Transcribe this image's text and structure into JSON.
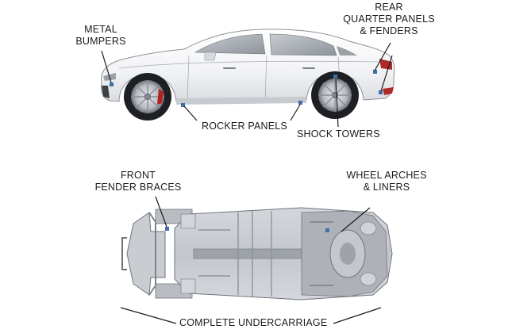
{
  "labels": {
    "metal_bumpers": [
      "METAL",
      "BUMPERS"
    ],
    "rear_quarter_panels": [
      "REAR",
      "QUARTER PANELS",
      "& FENDERS"
    ],
    "rocker_panels": "ROCKER PANELS",
    "shock_towers": "SHOCK TOWERS",
    "front_fender_braces": [
      "FRONT",
      "FENDER BRACES"
    ],
    "wheel_arches": [
      "WHEEL ARCHES",
      "& LINERS"
    ],
    "complete_undercarriage": "COMPLETE UNDERCARRIAGE"
  },
  "colors": {
    "car_body": "#f4f5f7",
    "car_outline": "#8e9298",
    "tire": "#1d1f22",
    "chassis": "#b9bdc2",
    "chassis_dark": "#7f848a",
    "marker": "#3f6fa8",
    "line": "#1b1b1b"
  }
}
